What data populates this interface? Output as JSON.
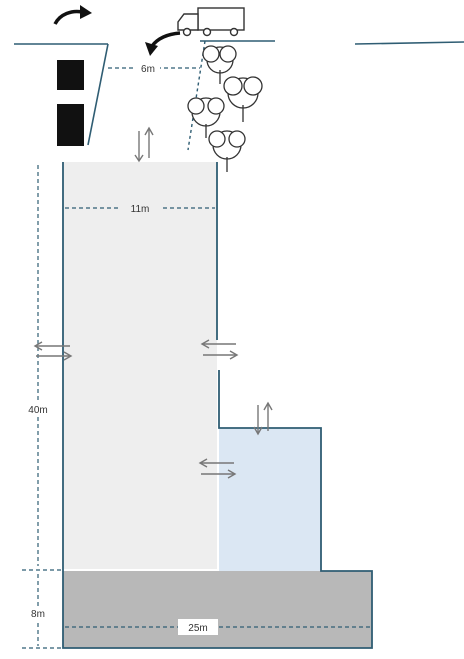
{
  "colors": {
    "road_line": "#2f5d73",
    "wall": "#2f5d73",
    "light_area": "#eeeeee",
    "blue_area": "#dbe7f3",
    "dark_area": "#b8b8b8",
    "dim_line": "#2f5d73",
    "arrow": "#777777",
    "building_block": "#111111"
  },
  "icons": {
    "turn_arrow": "curved-arrow-icon",
    "entry_arrow": "curved-arrow-icon",
    "truck": "truck-icon",
    "tree": "tree-icon",
    "two_way_vertical": "two-way-vertical-arrows-icon",
    "two_way_horizontal": "two-way-horizontal-arrows-icon"
  },
  "dimensions": {
    "road_gap": "6m",
    "width_top": "11m",
    "height_main": "40m",
    "height_base": "8m",
    "width_base": "25m"
  }
}
